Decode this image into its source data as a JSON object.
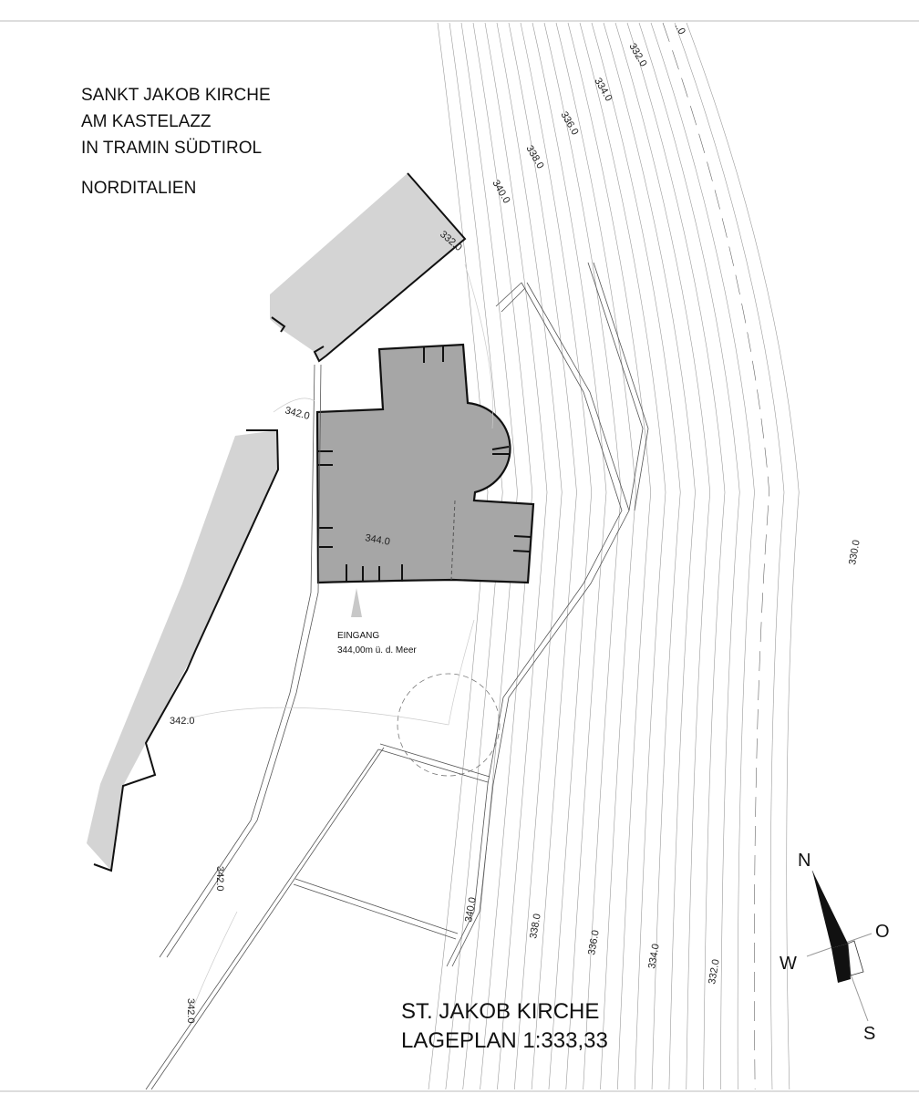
{
  "header": {
    "lines": [
      "SANKT JAKOB KIRCHE",
      "AM KASTELAZZ",
      "IN TRAMIN SÜDTIROL"
    ],
    "region": "NORDITALIEN"
  },
  "entrance": {
    "label": "EINGANG",
    "elevation": "344,00m ü. d. Meer"
  },
  "footer": {
    "title": "ST. JAKOB KIRCHE",
    "subtitle": "LAGEPLAN  1:333,33"
  },
  "compass": {
    "n": "N",
    "o": "O",
    "s": "S",
    "w": "W"
  },
  "contour_labels": [
    {
      "text": "..0"
    },
    {
      "text": "332.0"
    },
    {
      "text": "334.0"
    },
    {
      "text": "336.0"
    },
    {
      "text": "338.0"
    },
    {
      "text": "340.0"
    },
    {
      "text": "332.0"
    },
    {
      "text": "342.0"
    },
    {
      "text": "344.0"
    },
    {
      "text": "342.0"
    },
    {
      "text": "342.0"
    },
    {
      "text": "342.0"
    },
    {
      "text": "340.0"
    },
    {
      "text": "338.0"
    },
    {
      "text": "336.0"
    },
    {
      "text": "334.0"
    },
    {
      "text": "332.0"
    },
    {
      "text": "330.0"
    }
  ],
  "colors": {
    "building": "#a6a6a6",
    "annex": "#d4d4d4",
    "line": "#111111",
    "contour": "#9a9a9a"
  }
}
